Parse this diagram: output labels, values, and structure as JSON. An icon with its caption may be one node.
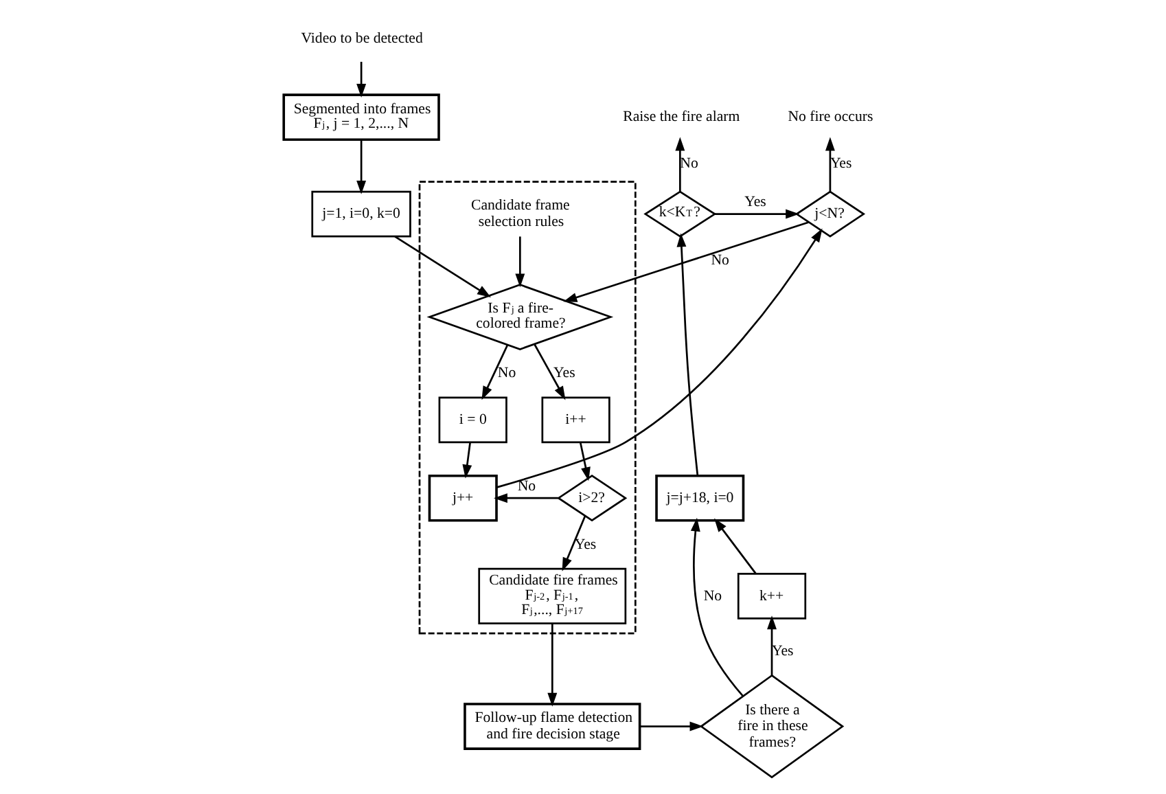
{
  "diagram": {
    "nodes": [
      {
        "text": [
          "Video to be detected"
        ]
      },
      {
        "text": [
          "Segmented into frames F$_{j}$, j = 1, 2,..., N"
        ]
      },
      {
        "text": [
          "j=1, i=0, k=0"
        ]
      },
      {
        "text": [
          "No fire occurs"
        ]
      },
      {
        "text": [
          "Raise the fire alarm"
        ]
      },
      {
        "text": [
          "j<N?"
        ]
      },
      {
        "text": [
          "k<K$_{T}$?"
        ]
      },
      {
        "text": [],
        "shape": "box"
      },
      {
        "text": [
          "Candidate frame selection rules"
        ],
        "in": 7
      },
      {
        "text": [
          "Is F$_{j}$ a fire-colored frame?"
        ],
        "in": 7
      },
      {
        "text": [
          "i = 0"
        ],
        "in": 7
      },
      {
        "text": [
          "j++"
        ],
        "in": 7
      },
      {
        "text": [
          "i++"
        ],
        "in": 7
      },
      {
        "text": [
          "i>2?"
        ],
        "in": 7
      },
      {
        "text": [
          "Candidate fire frames F$_{j-2}$, F$_{j-1}$, F$_{j}$,..., F$_{j+17}$"
        ],
        "in": 7
      },
      {
        "text": [
          "j=j+18, i=0"
        ]
      },
      {
        "text": [
          "Follow-up flame detection and fire decision stage"
        ]
      },
      {
        "text": [
          "Is there a fire in these frames?"
        ]
      },
      {
        "text": [
          "k++"
        ]
      }
    ],
    "edges": [
      {
        "from": 0,
        "to": 1,
        "arrow": "to"
      },
      {
        "from": 1,
        "to": 2,
        "arrow": "to"
      },
      {
        "from": 2,
        "to": 9,
        "arrow": "to"
      },
      {
        "from": 5,
        "to": 9,
        "arrow": "to",
        "label": "No"
      },
      {
        "from": 5,
        "to": 3,
        "arrow": "to",
        "label": "Yes"
      },
      {
        "from": 6,
        "to": 5,
        "arrow": "to",
        "label": "Yes"
      },
      {
        "from": 6,
        "to": 4,
        "arrow": "to",
        "label": "No"
      },
      {
        "from": 8,
        "to": 9,
        "arrow": "to"
      },
      {
        "from": 9,
        "to": 10,
        "arrow": "to",
        "label": "No"
      },
      {
        "from": 10,
        "to": 11,
        "arrow": "to"
      },
      {
        "from": 9,
        "to": 12,
        "arrow": "to",
        "label": "Yes"
      },
      {
        "from": 11,
        "to": 5,
        "arrow": "to"
      },
      {
        "from": 12,
        "to": 13,
        "arrow": "to"
      },
      {
        "from": 13,
        "to": 11,
        "arrow": "to",
        "label": "No"
      },
      {
        "from": 13,
        "to": 14,
        "arrow": "to",
        "label": "Yes"
      },
      {
        "from": 14,
        "to": 16,
        "arrow": "to"
      },
      {
        "from": 16,
        "to": 17,
        "arrow": "to"
      },
      {
        "from": 17,
        "to": 15,
        "arrow": "to",
        "label": "No"
      },
      {
        "from": 17,
        "to": 18,
        "arrow": "to",
        "label": "Yes"
      },
      {
        "from": 18,
        "to": 15,
        "arrow": "to"
      },
      {
        "from": 15,
        "to": 6,
        "arrow": "to"
      }
    ]
  }
}
